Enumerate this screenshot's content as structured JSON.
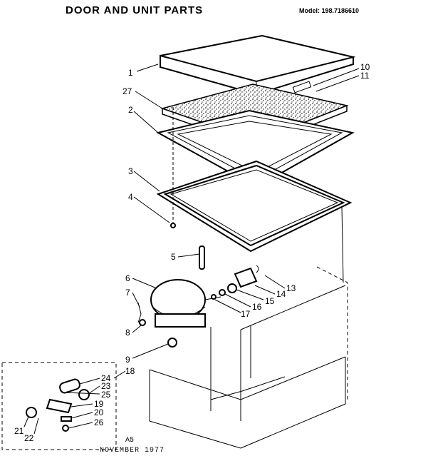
{
  "header": {
    "title": "DOOR AND UNIT PARTS",
    "model": "Model: 198.7186610"
  },
  "footer": {
    "code": "A5",
    "date": "NOVEMBER 1977"
  },
  "callouts": {
    "c1": "1",
    "c2": "2",
    "c3": "3",
    "c4": "4",
    "c5": "5",
    "c6": "6",
    "c7": "7",
    "c8": "8",
    "c9": "9",
    "c10": "10",
    "c11": "11",
    "c13": "13",
    "c14": "14",
    "c15": "15",
    "c16": "16",
    "c17": "17",
    "c18": "18",
    "c19": "19",
    "c20": "20",
    "c21": "21",
    "c22": "22",
    "c23": "23",
    "c24": "24",
    "c25": "25",
    "c26": "26",
    "c27": "27"
  },
  "colors": {
    "ink": "#000000",
    "paper": "#ffffff"
  }
}
